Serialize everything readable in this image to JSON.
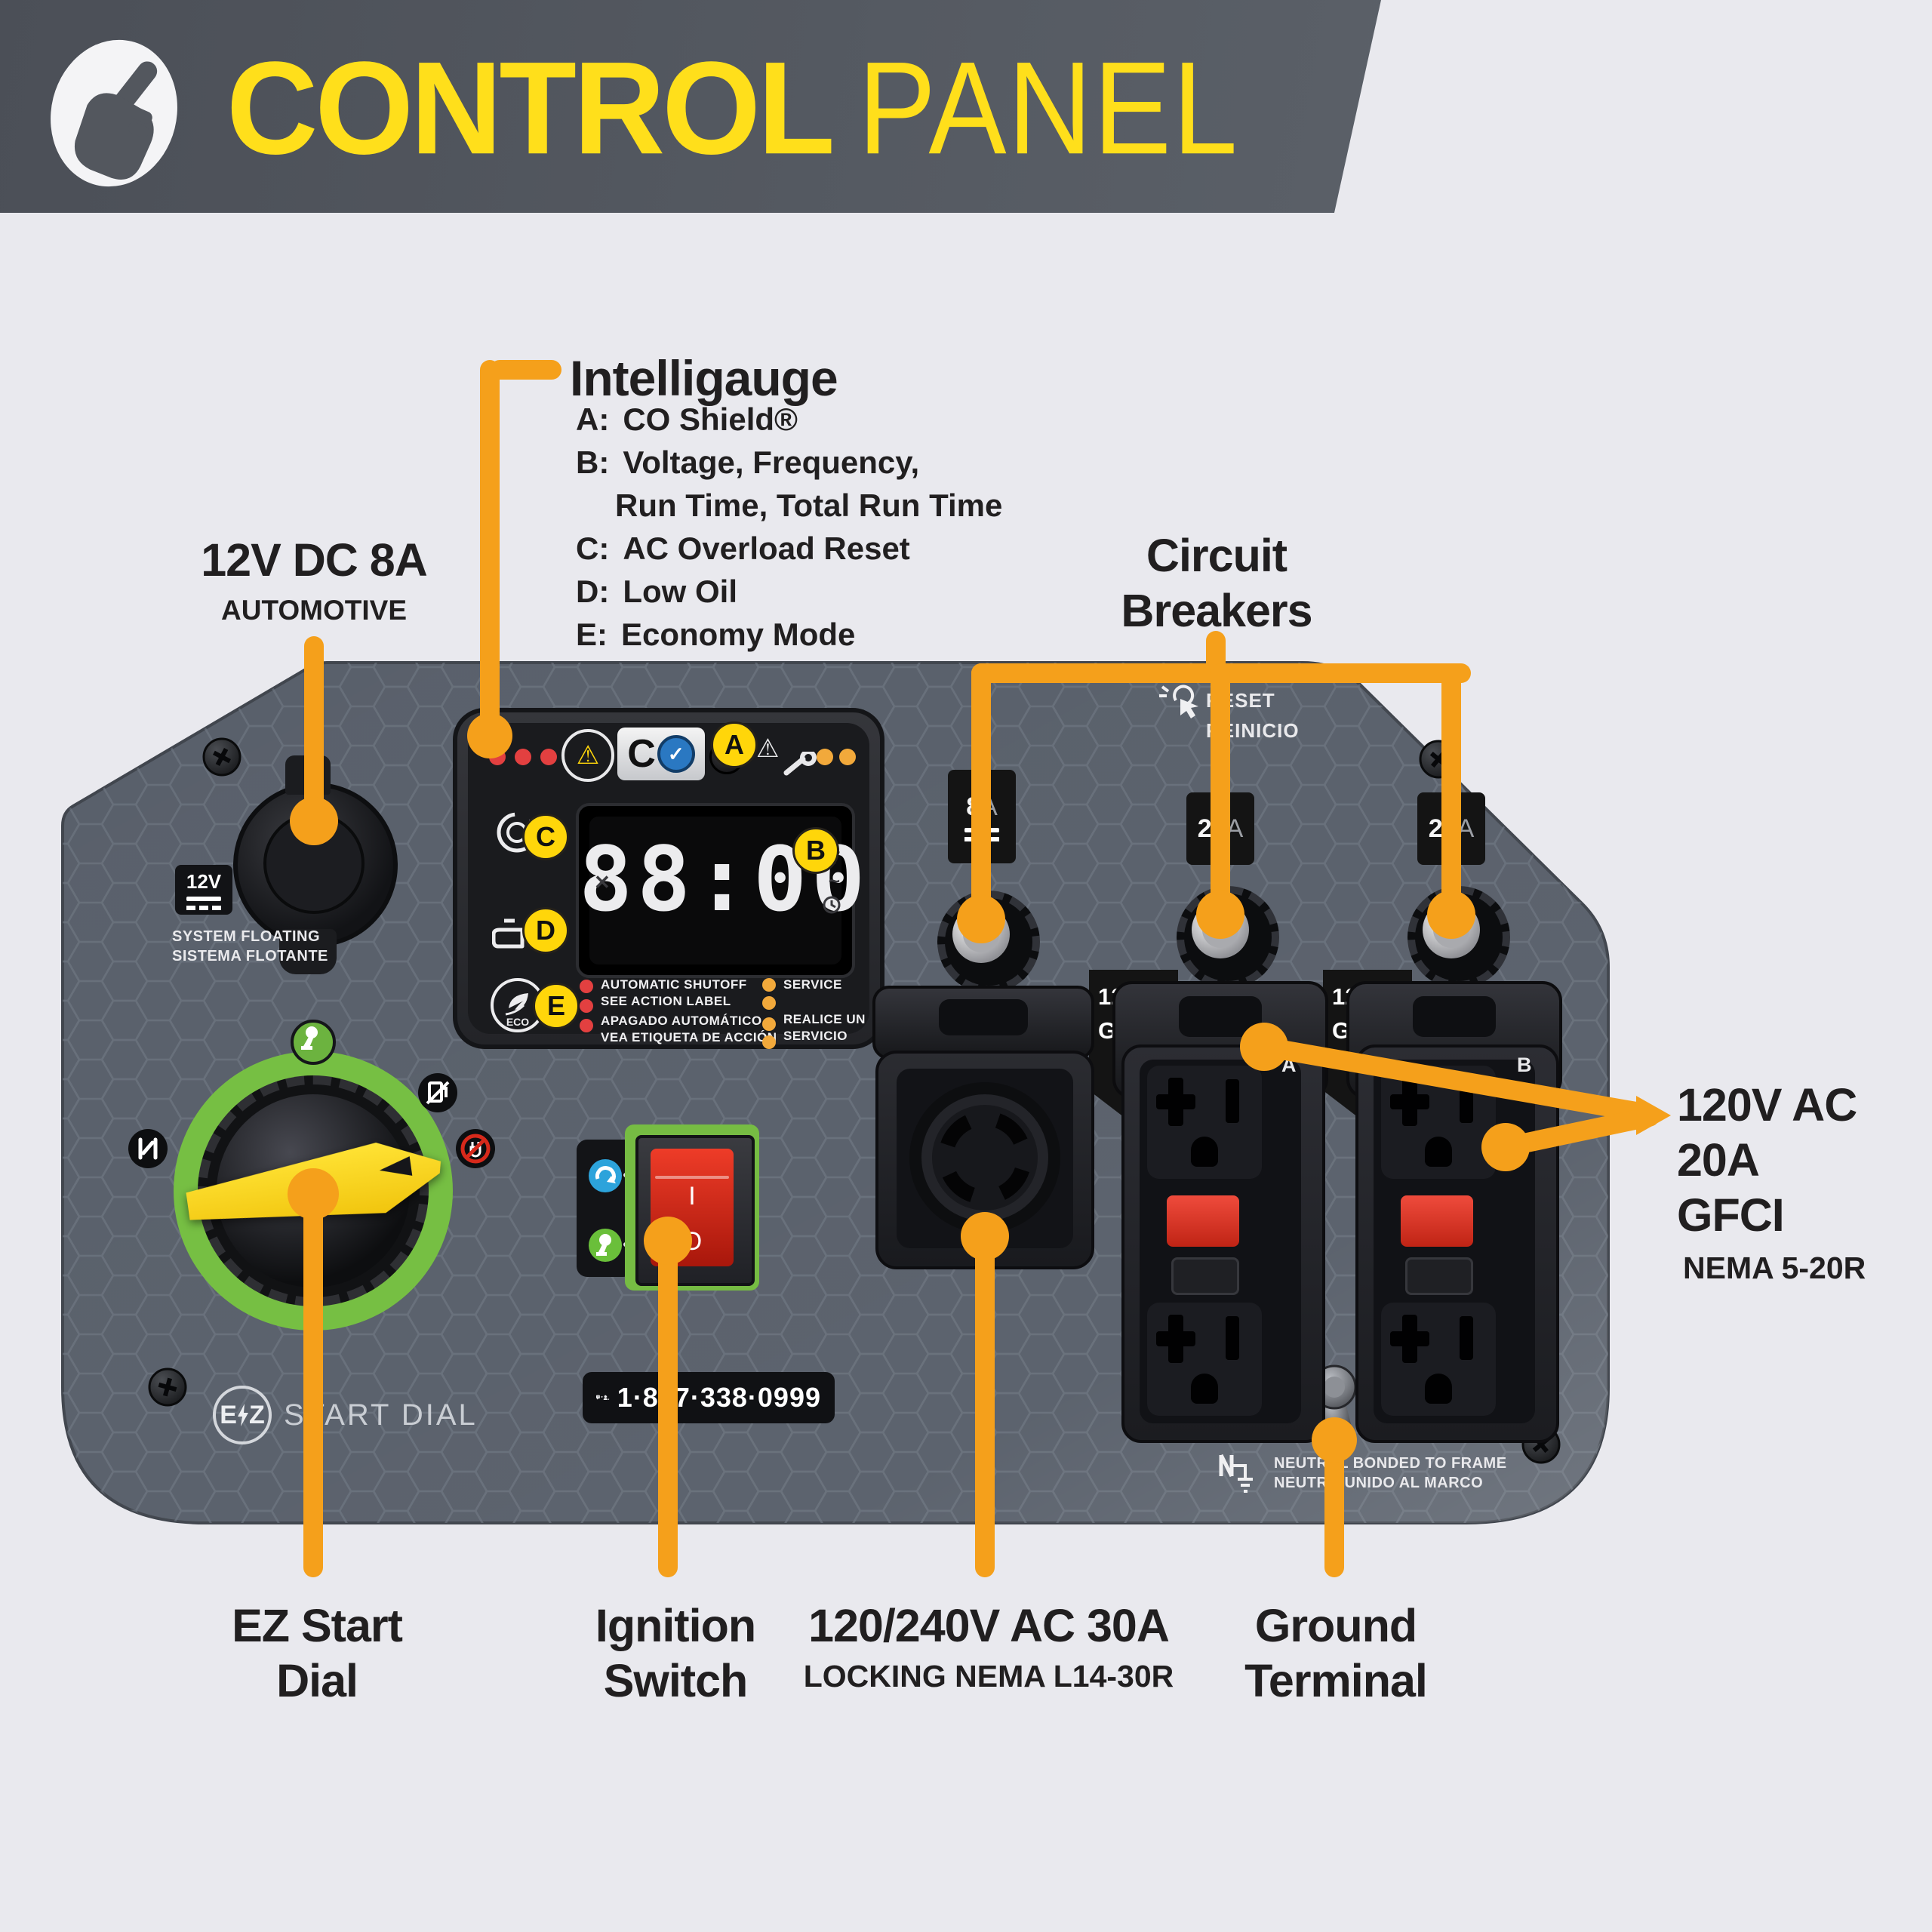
{
  "colors": {
    "accent_orange": "#F5A01B",
    "brand_yellow": "#FFDF1B",
    "panel_gray": "#59606B",
    "dial_green": "#76BF43",
    "switch_red": "#D7291B",
    "icon_blue": "#2CA3DB"
  },
  "header": {
    "title_bold": "CONTROL",
    "title_light": "PANEL"
  },
  "callouts": {
    "intelligauge": {
      "title": "Intelligauge",
      "items": [
        {
          "letter": "A:",
          "text": "CO Shield®"
        },
        {
          "letter": "B:",
          "text": "Voltage, Frequency,",
          "text2": "Run Time, Total Run Time"
        },
        {
          "letter": "C:",
          "text": "AC Overload Reset"
        },
        {
          "letter": "D:",
          "text": "Low Oil"
        },
        {
          "letter": "E:",
          "text": "Economy Mode"
        }
      ]
    },
    "dc": {
      "line1": "12V DC 8A",
      "line2": "AUTOMOTIVE"
    },
    "breakers": {
      "line1": "Circuit",
      "line2": "Breakers"
    },
    "gfci": {
      "line1": "120V AC",
      "line2": "20A GFCI",
      "line3": "NEMA 5-20R"
    },
    "ez": {
      "line1": "EZ Start",
      "line2": "Dial"
    },
    "ignition": {
      "line1": "Ignition",
      "line2": "Switch"
    },
    "locking": {
      "line1": "120/240V AC 30A",
      "line2": "LOCKING NEMA L14-30R"
    },
    "ground": {
      "line1": "Ground",
      "line2": "Terminal"
    }
  },
  "panel": {
    "dc_outlet": {
      "badge": "12V",
      "note1": "SYSTEM FLOATING",
      "note2": "SISTEMA FLOTANTE"
    },
    "display": {
      "marker_a": "A",
      "marker_b": "B",
      "marker_c": "C",
      "marker_d": "D",
      "marker_e": "E",
      "co_letter": "C",
      "digits": "88:00",
      "x_mark": "✕",
      "v_mark": "V",
      "tilde": "~",
      "shutoff1": "AUTOMATIC SHUTOFF",
      "shutoff2": "SEE ACTION LABEL",
      "shutoff3": "APAGADO AUTOMÁTICO",
      "shutoff4": "VEA ETIQUETA DE ACCIÓN",
      "service1": "SERVICE",
      "service2": "REALICE UN",
      "service3": "SERVICIO",
      "eco": "ECO"
    },
    "reset": {
      "line1": "RESET",
      "line2": "REINICIO"
    },
    "breaker1": {
      "value": "8",
      "unit": "A"
    },
    "breaker2": {
      "value": "20",
      "unit": "A"
    },
    "breaker3": {
      "value": "20",
      "unit": "A"
    },
    "gfci": {
      "flag1": "120V",
      "flag2": "GFCI",
      "letter_a": "A",
      "letter_b": "B"
    },
    "ignition": {
      "on": "I",
      "off": "O"
    },
    "ez": {
      "e": "E",
      "z": "Z",
      "label": "START DIAL"
    },
    "phone": "1·877·338·0999",
    "ground": {
      "note1": "NEUTRAL BONDED TO FRAME",
      "note2": "NEUTRO UNIDO AL MARCO"
    }
  }
}
